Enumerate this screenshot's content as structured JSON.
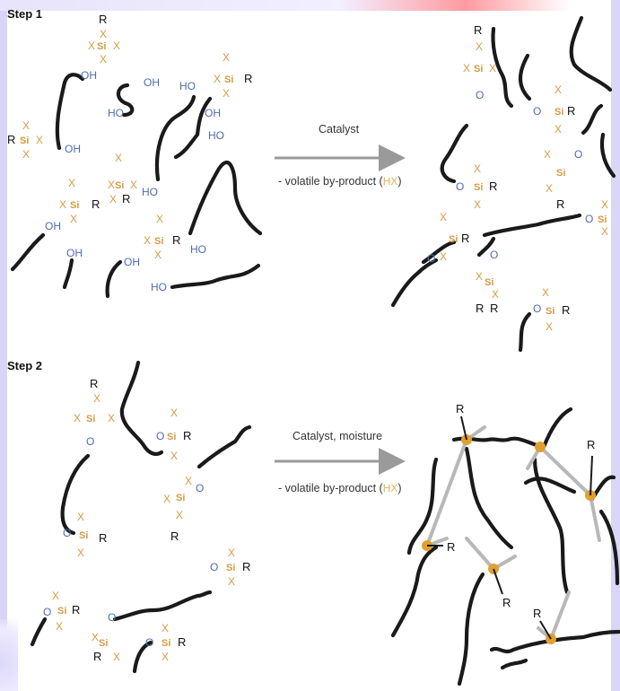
{
  "step1": {
    "label": "Step 1",
    "reaction_label": "Catalyst",
    "byproduct_prefix": "- volatile by-product (",
    "byproduct_species": "HX",
    "byproduct_suffix": ")"
  },
  "step2": {
    "label": "Step 2",
    "reaction_label": "Catalyst, moisture",
    "byproduct_prefix": "- volatile by-product (",
    "byproduct_species": "HX",
    "byproduct_suffix": ")"
  },
  "symbols": {
    "hydroxyl": "OH",
    "hydroxyl_rev": "HO",
    "oxygen": "O",
    "silicon": "Si",
    "leaving_group": "X",
    "organic_group": "R"
  },
  "colors": {
    "chain": "#1a1a1a",
    "leaving_group": "#d79a45",
    "hydroxyl": "#4e6bb2",
    "crosslink": "#b8b8b8",
    "node": "#e0a030",
    "arrow": "#9a9a9a"
  }
}
